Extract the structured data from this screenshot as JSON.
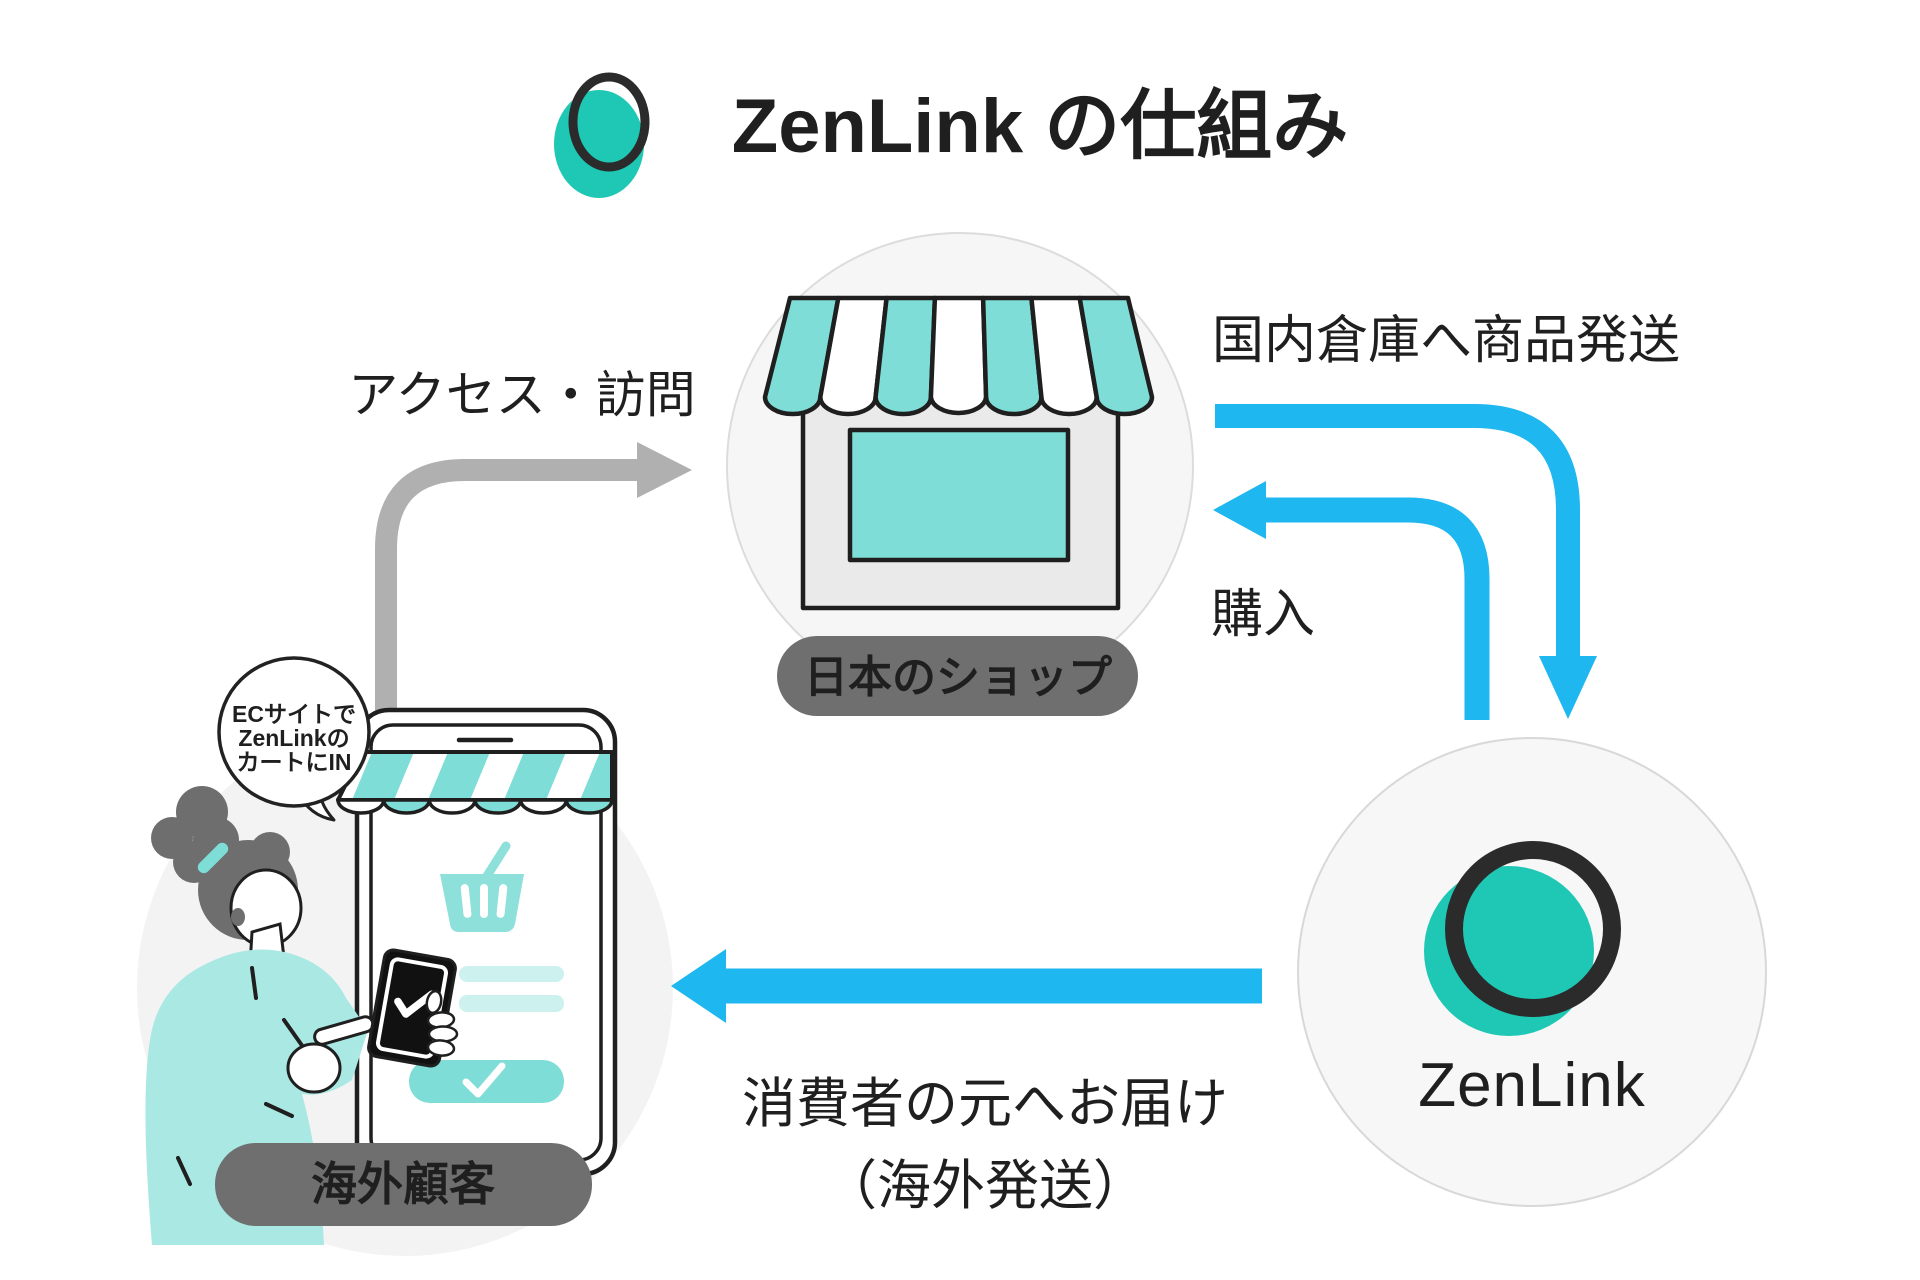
{
  "title": {
    "text": "ZenLink の仕組み"
  },
  "nodes": {
    "japan_shop": {
      "label": "日本のショップ"
    },
    "zenlink": {
      "label": "ZenLink"
    },
    "overseas_customer": {
      "label": "海外顧客"
    }
  },
  "arrows": {
    "access": {
      "label": "アクセス・訪問"
    },
    "ship_to_warehouse": {
      "label": "国内倉庫へ商品発送"
    },
    "purchase": {
      "label": "購入"
    },
    "deliver": {
      "label_line1": "消費者の元へお届け",
      "label_line2": "（海外発送）"
    }
  },
  "speech_bubble": {
    "lines": [
      "ECサイトで",
      "ZenLinkの",
      "カートにIN"
    ]
  },
  "colors": {
    "brand_teal": "#1fc7b5",
    "light_teal": "#7eddd6",
    "pale_teal": "#cdf1ee",
    "sweater_teal": "#a9e8e3",
    "basket_teal": "#8ee0da",
    "arrow_blue": "#1fb7ef",
    "arrow_gray": "#b0b0b0",
    "pill_gray": "#6f6f6f",
    "node_bg": "#f6f6f6",
    "outline_dark": "#1f1f1f"
  }
}
